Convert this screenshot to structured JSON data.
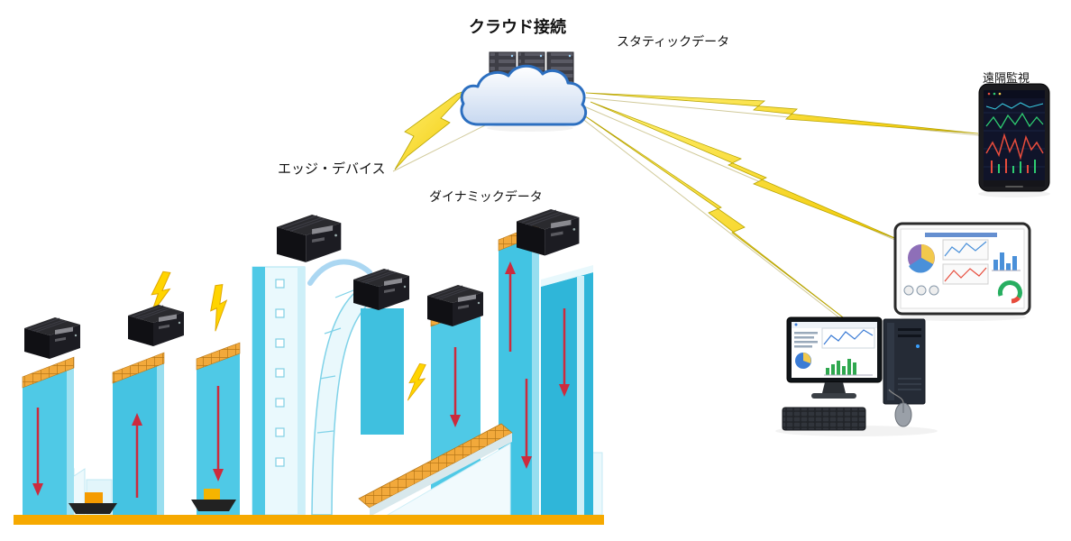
{
  "diagram": {
    "title": "クラウド接続",
    "labels": {
      "static_data": "スタティックデータ",
      "edge_device": "エッジ・デバイス",
      "dynamic_data": "ダイナミックデータ",
      "remote_monitoring": "遠隔監視"
    },
    "icons": {
      "cloud": "cloud-server-icon",
      "edge_box": "edge-device-box-icon",
      "lightning": "lightning-bolt-icon",
      "smartphone": "smartphone-icon",
      "tablet": "tablet-dashboard-icon",
      "desktop": "desktop-pc-icon",
      "city": "smart-city-illustration"
    },
    "colors": {
      "lightning_fill": "#FFE11A",
      "lightning_stroke": "#B8A400",
      "building_cyan": "#4FC9E6",
      "solar_orange": "#F2A93B",
      "solar_grid": "#B87818",
      "ground_orange": "#F6A900",
      "arrow_red": "#CC2B3D",
      "cloud_outline_blue": "#2C6FC0",
      "device_black": "#16181C"
    }
  }
}
